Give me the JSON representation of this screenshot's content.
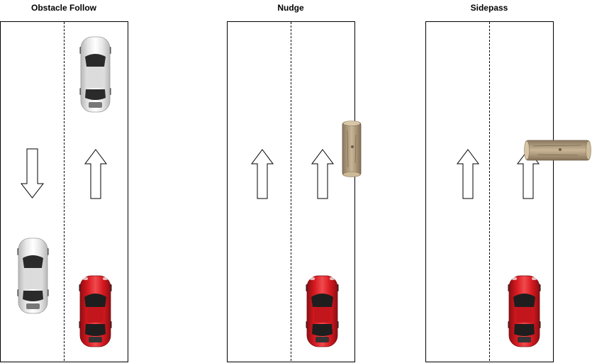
{
  "panels": [
    {
      "title": "Obstacle Follow"
    },
    {
      "title": "Nudge"
    },
    {
      "title": "Sidepass"
    }
  ],
  "colors": {
    "lane_border": "#000000",
    "arrow_fill": "#ffffff",
    "ego_car": "#d71920",
    "other_car": "#eeeeee",
    "log_bark": "#b8a487",
    "log_end": "#d8c7a6"
  },
  "icons": [
    "red-car-icon",
    "white-car-icon",
    "log-icon",
    "arrow-up-icon",
    "arrow-down-icon"
  ]
}
